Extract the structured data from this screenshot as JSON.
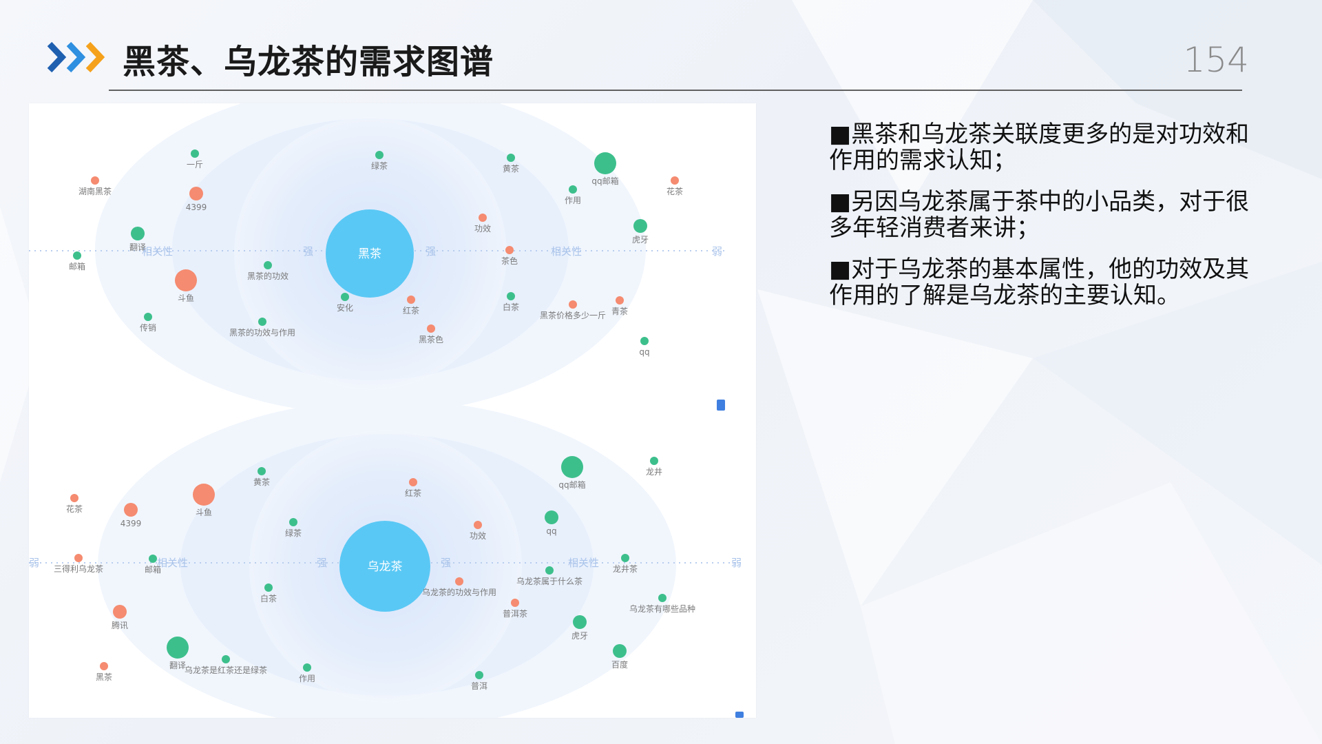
{
  "header": {
    "title": "黑茶、乌龙茶的需求图谱",
    "page_number": "154"
  },
  "colors": {
    "accent_dark": "#1f5fb0",
    "accent_light": "#2f8fe0",
    "accent_orange": "#f5a11c",
    "node_green": "#3dbf8c",
    "node_red": "#f58b70",
    "center_blue": "#5ac8f5"
  },
  "icons": [
    "chevron-right-icon"
  ],
  "bullets": [
    "■黑茶和乌龙茶关联度更多的是对功效和作用的需求认知；",
    "■另因乌龙茶属于茶中的小品类，对于很多年轻消费者来讲；",
    "■对于乌龙茶的基本属性，他的功效及其作用的了解是乌龙茶的主要认知。"
  ],
  "graphs": [
    {
      "center": "黑茶",
      "axis": {
        "strong_left": "强",
        "strong_right": "强",
        "relevance_left": "相关性",
        "relevance_right": "相关性",
        "weak_right": "弱"
      },
      "nodes": [
        {
          "label": "一斤",
          "color": "green",
          "size": 1
        },
        {
          "label": "绿茶",
          "color": "green",
          "size": 1
        },
        {
          "label": "黄茶",
          "color": "green",
          "size": 1
        },
        {
          "label": "qq邮箱",
          "color": "green",
          "size": 3
        },
        {
          "label": "花茶",
          "color": "red",
          "size": 1
        },
        {
          "label": "湖南黑茶",
          "color": "red",
          "size": 1
        },
        {
          "label": "4399",
          "color": "red",
          "size": 2
        },
        {
          "label": "作用",
          "color": "green",
          "size": 1
        },
        {
          "label": "功效",
          "color": "red",
          "size": 1
        },
        {
          "label": "虎牙",
          "color": "green",
          "size": 2
        },
        {
          "label": "翻译",
          "color": "green",
          "size": 2
        },
        {
          "label": "茶色",
          "color": "red",
          "size": 1
        },
        {
          "label": "邮箱",
          "color": "green",
          "size": 1
        },
        {
          "label": "黑茶的功效",
          "color": "green",
          "size": 1
        },
        {
          "label": "斗鱼",
          "color": "red",
          "size": 3
        },
        {
          "label": "安化",
          "color": "green",
          "size": 1
        },
        {
          "label": "红茶",
          "color": "red",
          "size": 1
        },
        {
          "label": "白茶",
          "color": "green",
          "size": 1
        },
        {
          "label": "黑茶价格多少一斤",
          "color": "red",
          "size": 1
        },
        {
          "label": "青茶",
          "color": "red",
          "size": 1
        },
        {
          "label": "传销",
          "color": "green",
          "size": 1
        },
        {
          "label": "黑茶的功效与作用",
          "color": "green",
          "size": 1
        },
        {
          "label": "黑茶色",
          "color": "red",
          "size": 1
        },
        {
          "label": "qq",
          "color": "green",
          "size": 1
        }
      ]
    },
    {
      "center": "乌龙茶",
      "axis": {
        "weak_left": "弱",
        "relevance_left": "相关性",
        "strong_left": "强",
        "strong_right": "强",
        "relevance_right": "相关性",
        "weak_right": "弱"
      },
      "nodes": [
        {
          "label": "黄茶",
          "color": "green",
          "size": 1
        },
        {
          "label": "红茶",
          "color": "red",
          "size": 1
        },
        {
          "label": "qq邮箱",
          "color": "green",
          "size": 3
        },
        {
          "label": "龙井",
          "color": "green",
          "size": 1
        },
        {
          "label": "花茶",
          "color": "red",
          "size": 1
        },
        {
          "label": "斗鱼",
          "color": "red",
          "size": 3
        },
        {
          "label": "4399",
          "color": "red",
          "size": 2
        },
        {
          "label": "绿茶",
          "color": "green",
          "size": 1
        },
        {
          "label": "功效",
          "color": "red",
          "size": 1
        },
        {
          "label": "qq",
          "color": "green",
          "size": 2
        },
        {
          "label": "三得利乌龙茶",
          "color": "red",
          "size": 1
        },
        {
          "label": "邮箱",
          "color": "green",
          "size": 1
        },
        {
          "label": "龙井茶",
          "color": "green",
          "size": 1
        },
        {
          "label": "乌龙茶属于什么茶",
          "color": "green",
          "size": 1
        },
        {
          "label": "白茶",
          "color": "green",
          "size": 1
        },
        {
          "label": "乌龙茶的功效与作用",
          "color": "red",
          "size": 1
        },
        {
          "label": "腾讯",
          "color": "red",
          "size": 2
        },
        {
          "label": "普洱茶",
          "color": "red",
          "size": 1
        },
        {
          "label": "乌龙茶有哪些品种",
          "color": "green",
          "size": 1
        },
        {
          "label": "虎牙",
          "color": "green",
          "size": 2
        },
        {
          "label": "翻译",
          "color": "green",
          "size": 3
        },
        {
          "label": "乌龙茶是红茶还是绿茶",
          "color": "green",
          "size": 1
        },
        {
          "label": "作用",
          "color": "green",
          "size": 1
        },
        {
          "label": "百度",
          "color": "green",
          "size": 2
        },
        {
          "label": "黑茶",
          "color": "red",
          "size": 1
        },
        {
          "label": "普洱",
          "color": "green",
          "size": 1
        }
      ]
    }
  ]
}
